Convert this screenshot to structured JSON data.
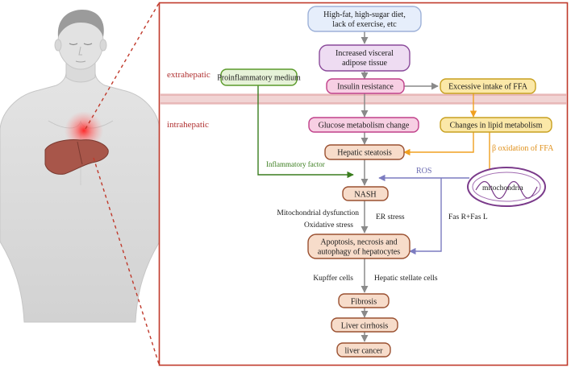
{
  "colors": {
    "frame": "#c0392b",
    "band": "#e8b8b8",
    "arrow_gray": "#8a8a8a",
    "arrow_green": "#3a7d1e",
    "arrow_orange": "#f0a020",
    "arrow_purple": "#7c7cc0",
    "box_blue_fill": "#e6eefb",
    "box_blue_stroke": "#9db1d8",
    "box_purple_fill": "#eedcf2",
    "box_purple_stroke": "#8a4a9a",
    "box_pink_fill": "#f7cfe3",
    "box_pink_stroke": "#c0408a",
    "box_yellow_fill": "#fbe8a8",
    "box_yellow_stroke": "#c8a020",
    "box_green_fill": "#e6f2d8",
    "box_green_stroke": "#5a9a2a",
    "box_peach_fill": "#f7dcca",
    "box_peach_stroke": "#9a5030",
    "liver": "#a8564a",
    "glow": "#ff3030"
  },
  "regions": {
    "extrahepatic": "extrahepatic",
    "intrahepatic": "intrahepatic"
  },
  "boxes": {
    "diet": [
      "High-fat, high-sugar diet,",
      "lack of exercise, etc"
    ],
    "visceral": [
      "Increased visceral",
      "adipose tissue"
    ],
    "proinflammatory": "Proinflammatory medium",
    "insulin": "Insulin resistance",
    "ffa_intake": "Excessive intake of FFA",
    "glucose": "Glucose metabolism change",
    "lipid": "Changes in lipid metabolism",
    "steatosis": "Hepatic steatosis",
    "nash": "NASH",
    "apoptosis": [
      "Apoptosis, necrosis and",
      "autophagy of hepatocytes"
    ],
    "fibrosis": "Fibrosis",
    "cirrhosis": "Liver cirrhosis",
    "cancer": "liver cancer"
  },
  "labels": {
    "inflammatory_factor": "Inflammatory factor",
    "beta_oxidation": "β oxidation of FFA",
    "ros": "ROS",
    "mitochondria": "mitochondria",
    "mito_dysfunction": "Mitochondrial dysfunction",
    "oxidative_stress": "Oxidative stress",
    "er_stress": "ER  stress",
    "fas": "Fas R+Fas L",
    "kupffer": "Kupffer cells",
    "stellate": "Hepatic stellate cells"
  }
}
